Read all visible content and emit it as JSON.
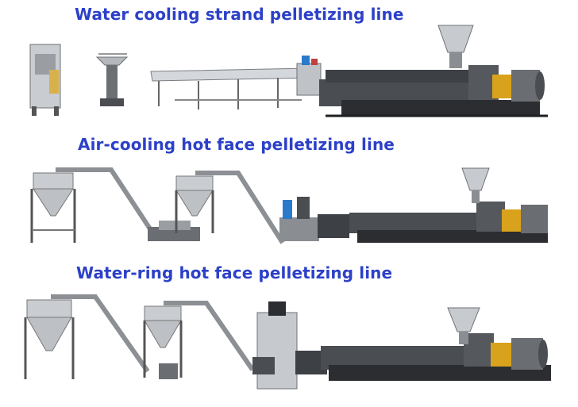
{
  "sections": [
    {
      "title": "Water cooling strand pelletizing line"
    },
    {
      "title": "Air-cooling hot face pelletizing line"
    },
    {
      "title": "Water-ring hot face pelletizing line"
    }
  ],
  "colors": {
    "title": "#2c40c8",
    "machine_body": "#4a4d52",
    "machine_dark": "#2b2d31",
    "metal": "#b9bcc0",
    "motor_yellow": "#d9a21c",
    "pipe": "#8c8f94"
  }
}
